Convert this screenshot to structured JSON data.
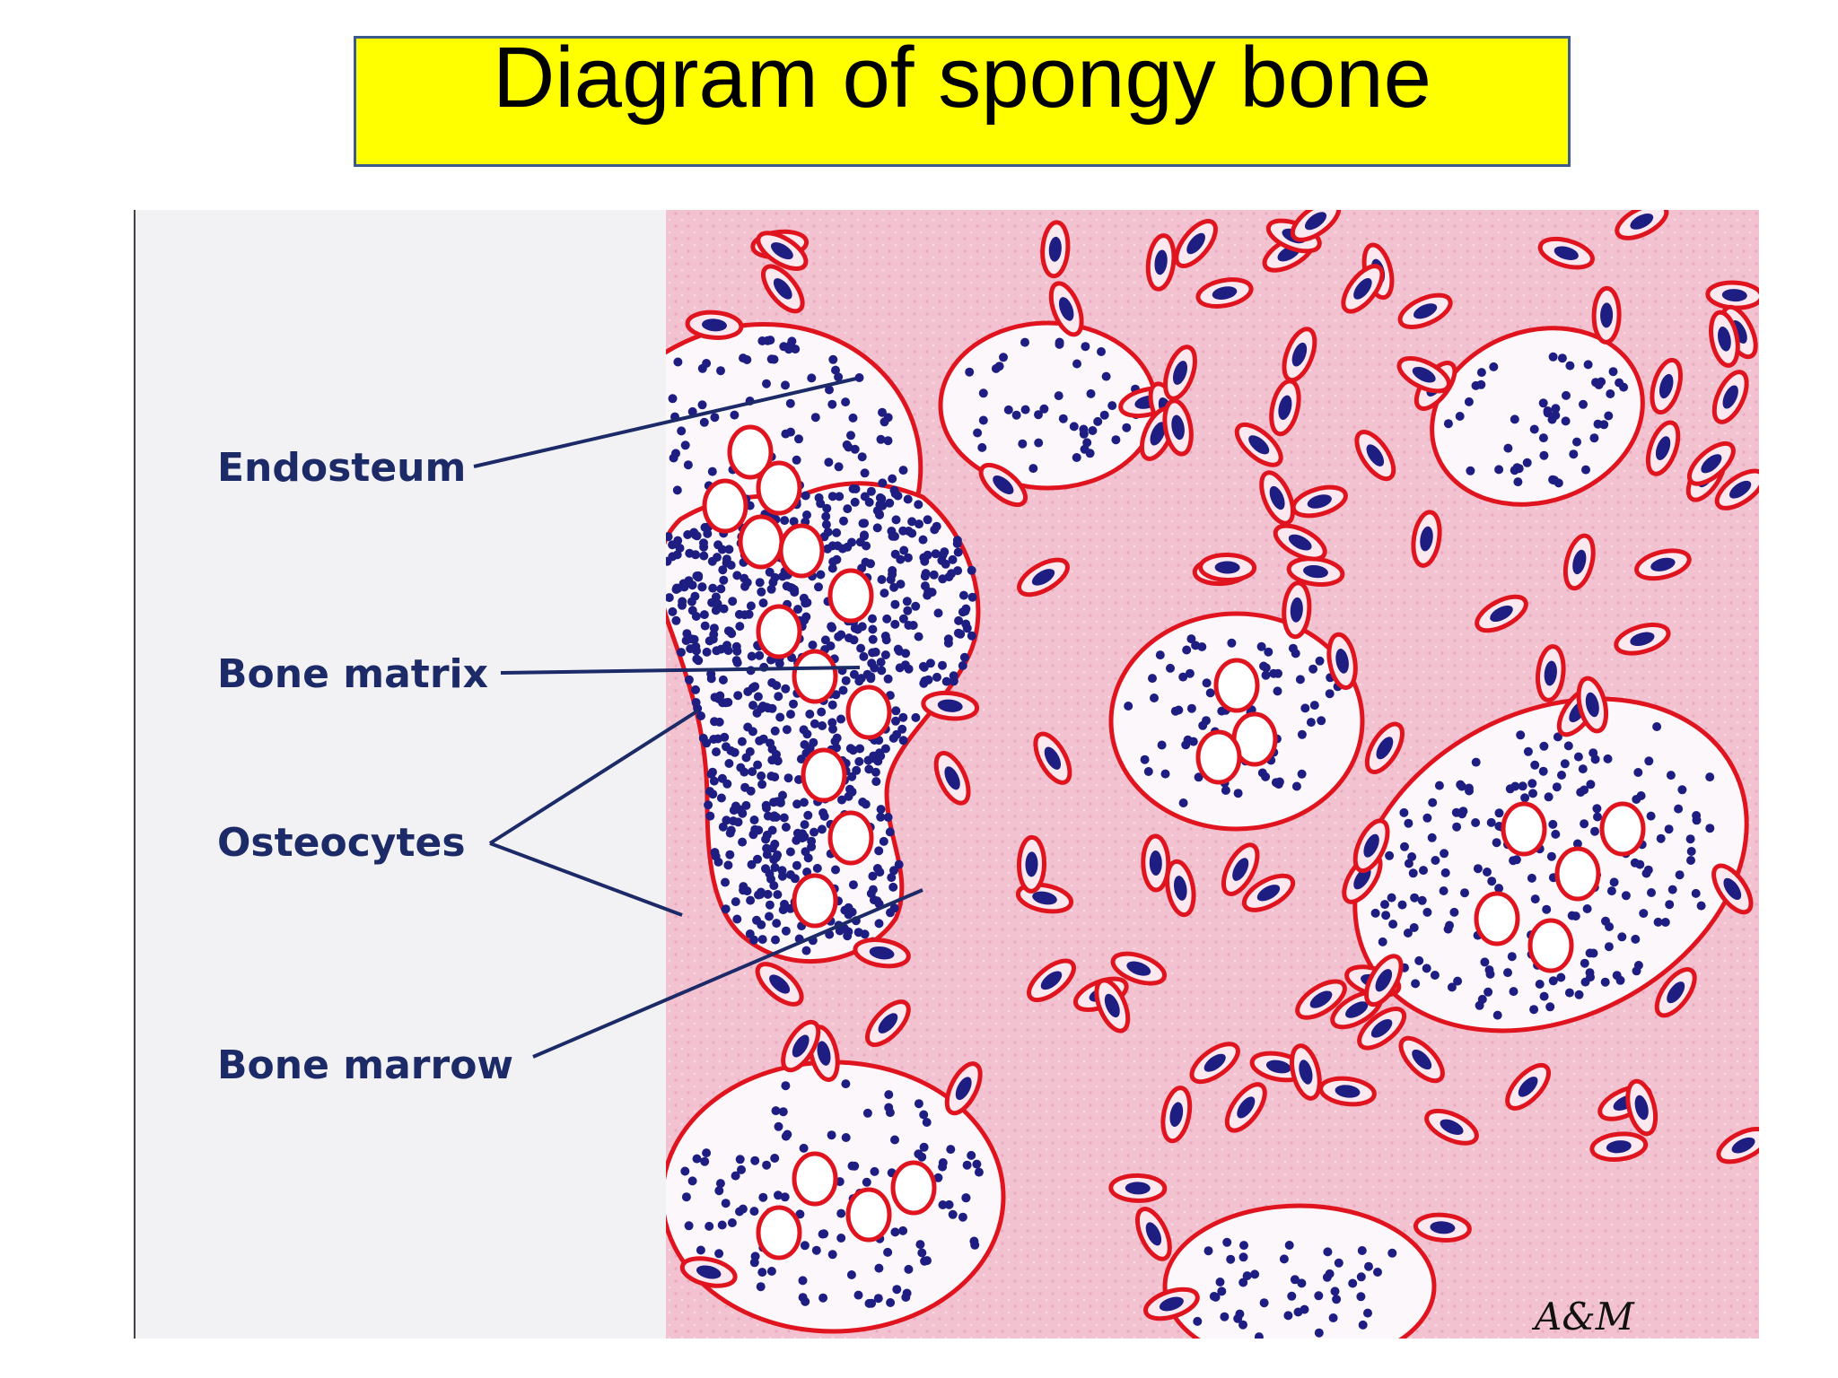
{
  "title": "Diagram of spongy bone",
  "labels": {
    "endosteum": "Endosteum",
    "bone_matrix": "Bone matrix",
    "osteocytes": "Osteocytes",
    "bone_marrow": "Bone marrow"
  },
  "signature": "A&M",
  "colors": {
    "title_background": "#ffff00",
    "title_border": "#3c5a8c",
    "label_text": "#1c2a68",
    "bone_matrix": "#f2c4d2",
    "lacuna_outline": "#e0141e",
    "nucleus": "#1e1e82",
    "marrow_background": "#fbf7fa",
    "left_panel": "#f2f2f4"
  }
}
